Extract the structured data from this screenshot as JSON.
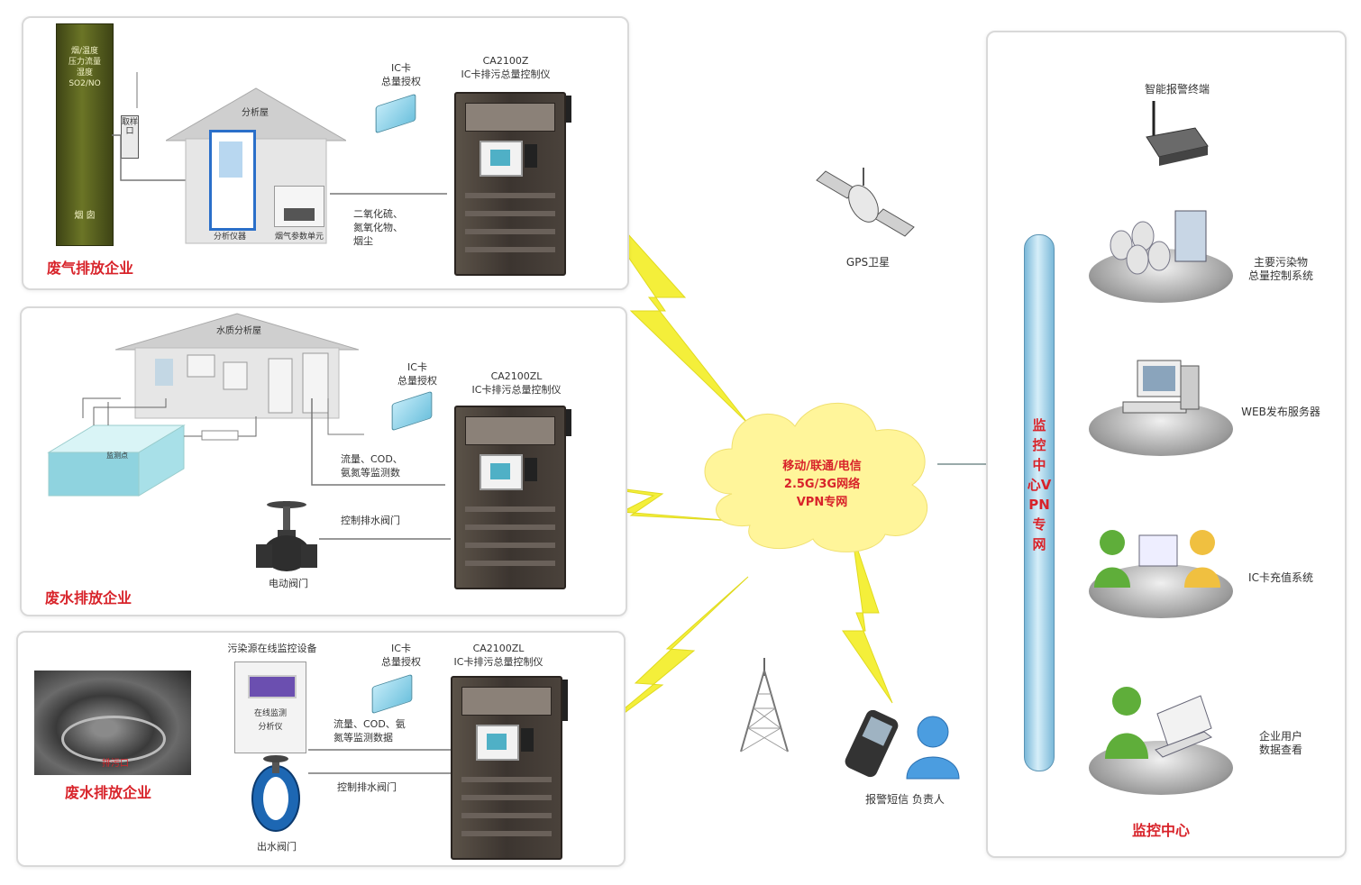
{
  "panels": {
    "gas": {
      "label": "废气排放企业",
      "chimney_text": "烟/温度\n压力流量\n湿度\nSO2/NO",
      "chimney_bottom": "烟  囱",
      "pipe_box": "取样口",
      "house_title": "分析屋",
      "analyzer_label": "分析仪器",
      "flow_label": "烟气参数单元",
      "card_label": "IC卡\n总量授权",
      "cab_title": "CA2100Z\nIC卡排污总量控制仪",
      "pollutants": "二氧化硫、\n氮氧化物、\n烟尘"
    },
    "water1": {
      "label": "废水排放企业",
      "house_title": "水质分析屋",
      "card_label": "IC卡\n总量授权",
      "cab_title": "CA2100ZL\nIC卡排污总量控制仪",
      "pollutants": "流量、COD、\n氨氮等监测数",
      "valve_ctrl": "控制排水阀门",
      "valve_label": "电动阀门",
      "pool_tag": "监测点"
    },
    "water2": {
      "label": "废水排放企业",
      "device_title": "污染源在线监控设备",
      "device_text": "在线监测\n分析仪",
      "card_label": "IC卡\n总量授权",
      "cab_title": "CA2100ZL\nIC卡排污总量控制仪",
      "pollutants": "流量、COD、氨\n氮等监测数据",
      "valve_ctrl": "控制排水阀门",
      "valve_label": "出水阀门",
      "photo_caption": "排污口"
    }
  },
  "center": {
    "gps_label": "GPS卫星",
    "cloud_text": "移动/联通/电信\n2.5G/3G网络\nVPN专网",
    "phone_label": "报警短信  负责人"
  },
  "monitor": {
    "title": "监控中心",
    "vpn_label": "监控中心VPN专网",
    "router_label": "智能报警终端",
    "items": [
      {
        "label": "主要污染物\n总量控制系统"
      },
      {
        "label": "WEB发布服务器"
      },
      {
        "label": "IC卡充值系统"
      },
      {
        "label": "企业用户\n数据查看"
      }
    ]
  },
  "colors": {
    "cloud": "#fff59a",
    "lightning": "#f4ef3a",
    "vpn_tube": "#a9d8f0",
    "label_red": "#d8232a"
  }
}
